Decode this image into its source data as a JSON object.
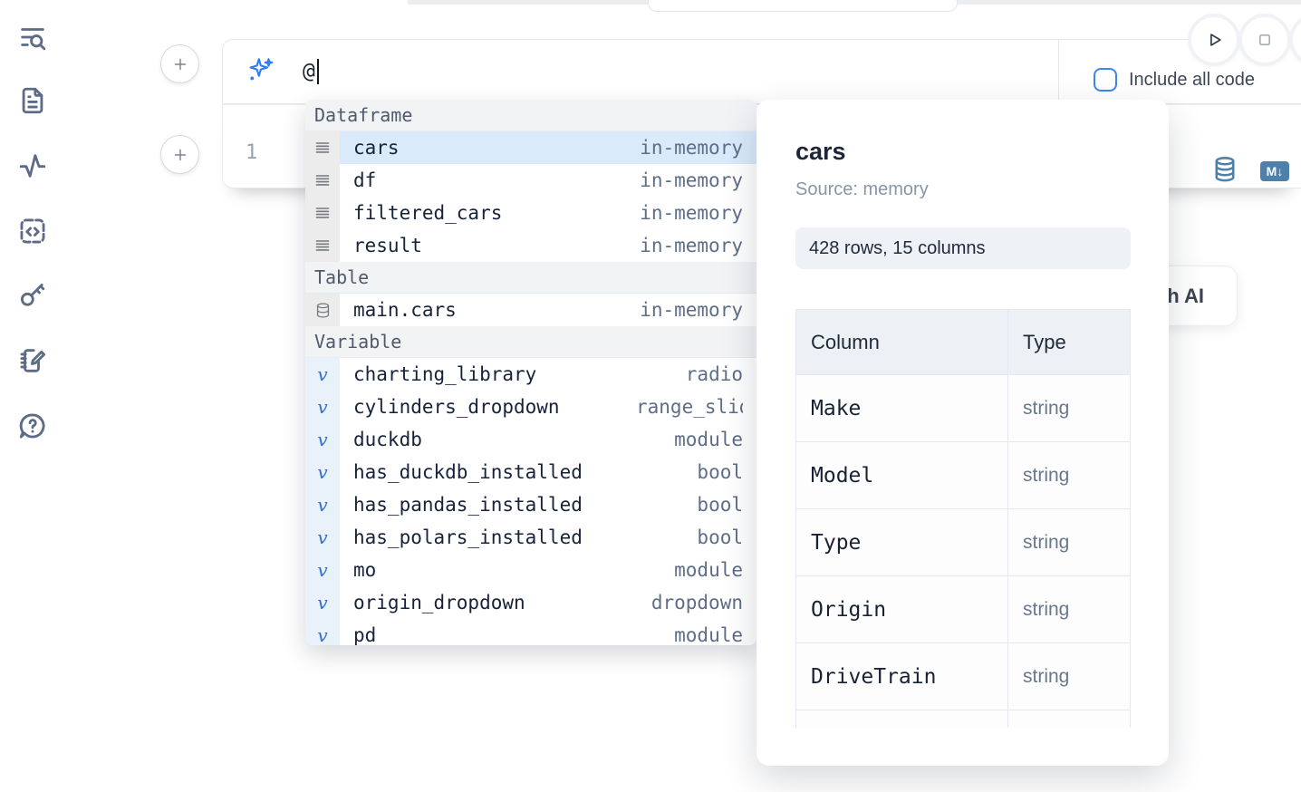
{
  "colors": {
    "accent_blue": "#3f83f6",
    "steel_blue": "#4d80ab",
    "selection_bg": "#d9eafb",
    "icon_slate": "#5d6b87"
  },
  "sidebar": {
    "items": [
      {
        "icon": "list-search-icon"
      },
      {
        "icon": "file-text-icon"
      },
      {
        "icon": "activity-icon"
      },
      {
        "icon": "code-snippet-icon"
      },
      {
        "icon": "key-icon"
      },
      {
        "icon": "notebook-edit-icon"
      },
      {
        "icon": "help-circle-icon"
      }
    ]
  },
  "toolbar": {
    "buttons": [
      {
        "icon": "play-icon"
      },
      {
        "icon": "stop-icon"
      },
      {
        "icon": "clipped-circle-button"
      }
    ]
  },
  "prompt": {
    "icon": "sparkles-icon",
    "value": "@",
    "include_all_code": {
      "label": "Include all code",
      "checked": false
    }
  },
  "cell": {
    "line_number": "1",
    "db_icon": "database-icon",
    "markdown_badge": "M↓"
  },
  "ai_button": {
    "label": "Generate with AI"
  },
  "autocomplete": {
    "sections": [
      {
        "label": "Dataframe",
        "items": [
          {
            "name": "cars",
            "type": "in-memory",
            "selected": true
          },
          {
            "name": "df",
            "type": "in-memory",
            "selected": false
          },
          {
            "name": "filtered_cars",
            "type": "in-memory",
            "selected": false
          },
          {
            "name": "result",
            "type": "in-memory",
            "selected": false
          }
        ]
      },
      {
        "label": "Table",
        "items": [
          {
            "name": "main.cars",
            "type": "in-memory",
            "selected": false
          }
        ]
      },
      {
        "label": "Variable",
        "items": [
          {
            "name": "charting_library",
            "type": "radio",
            "selected": false
          },
          {
            "name": "cylinders_dropdown",
            "type": "range_slider",
            "selected": false
          },
          {
            "name": "duckdb",
            "type": "module",
            "selected": false
          },
          {
            "name": "has_duckdb_installed",
            "type": "bool",
            "selected": false
          },
          {
            "name": "has_pandas_installed",
            "type": "bool",
            "selected": false
          },
          {
            "name": "has_polars_installed",
            "type": "bool",
            "selected": false
          },
          {
            "name": "mo",
            "type": "module",
            "selected": false
          },
          {
            "name": "origin_dropdown",
            "type": "dropdown",
            "selected": false
          },
          {
            "name": "pd",
            "type": "module",
            "selected": false
          }
        ]
      }
    ]
  },
  "preview": {
    "title": "cars",
    "source_label": "Source: memory",
    "summary": "428 rows, 15 columns",
    "table": {
      "headers": {
        "column": "Column",
        "type": "Type"
      },
      "rows": [
        {
          "column": "Make",
          "type": "string"
        },
        {
          "column": "Model",
          "type": "string"
        },
        {
          "column": "Type",
          "type": "string"
        },
        {
          "column": "Origin",
          "type": "string"
        },
        {
          "column": "DriveTrain",
          "type": "string"
        }
      ]
    }
  }
}
